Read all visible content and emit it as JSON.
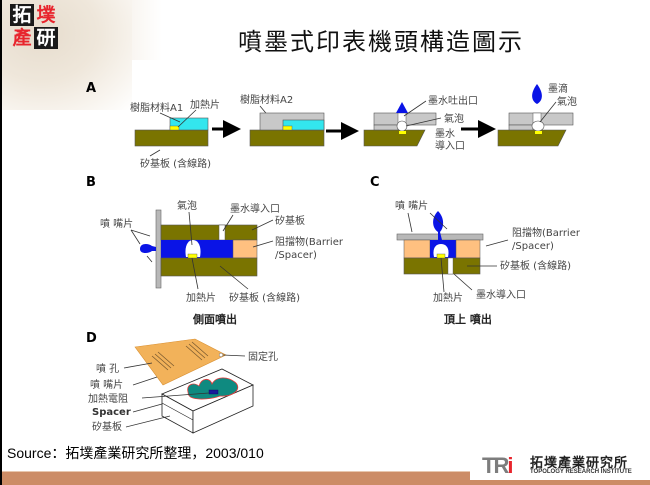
{
  "header": {
    "logo_chars": [
      "拓",
      "墣",
      "產",
      "研"
    ],
    "title": "噴墨式印表機頭構造圖示"
  },
  "panels": {
    "A": {
      "label": "A",
      "resin_a1": "樹脂材料A1",
      "heater": "加熱片",
      "substrate": "矽基板 (含線路)",
      "resin_a2": "樹脂材料A2",
      "ink_outlet": "墨水吐出口",
      "bubble": "氣泡",
      "ink_inlet_line1": "墨水",
      "ink_inlet_line2": "導入口",
      "droplet": "墨滴",
      "bubble2": "氣泡"
    },
    "B": {
      "label": "B",
      "bubble": "氣泡",
      "ink_inlet": "墨水導入口",
      "nozzle_plate": "噴 嘴片",
      "substrate": "矽基板",
      "barrier_line1": "阻擋物(Barrier",
      "barrier_line2": "/Spacer)",
      "heater": "加熱片",
      "substrate_circuit": "矽基板 (含線路)",
      "caption": "側面噴出"
    },
    "C": {
      "label": "C",
      "nozzle_plate": "噴 嘴片",
      "barrier_line1": "阻擋物(Barrier",
      "barrier_line2": "/Spacer)",
      "substrate_circuit": "矽基板 (含線路)",
      "heater": "加熱片",
      "ink_inlet": "墨水導入口",
      "caption": "頂上 噴出"
    },
    "D": {
      "label": "D",
      "nozzle_hole": "噴 孔",
      "fixing_hole": "固定孔",
      "nozzle_plate": "噴 嘴片",
      "heater_resistor": "加熱電阻",
      "spacer": "Spacer",
      "substrate": "矽基板"
    }
  },
  "colors": {
    "substrate": "#7a7400",
    "resin_a1": "#33e6ee",
    "resin_a2": "#c8c8c8",
    "heater": "#ffff00",
    "ink": "#0a14e6",
    "barrier": "#ffc080",
    "nozzle_plate_d": "#f2b25a",
    "teal": "#0f8a80",
    "band": "#cc8c66"
  },
  "footer": {
    "source": "Source：拓墣產業研究所整理，2003/010",
    "tri_mark": "TR",
    "tri_mark_i": "i",
    "tri_cn": "拓墣產業研究所",
    "tri_en": "TOPOLOGY RESEARCH INSTITUTE"
  }
}
